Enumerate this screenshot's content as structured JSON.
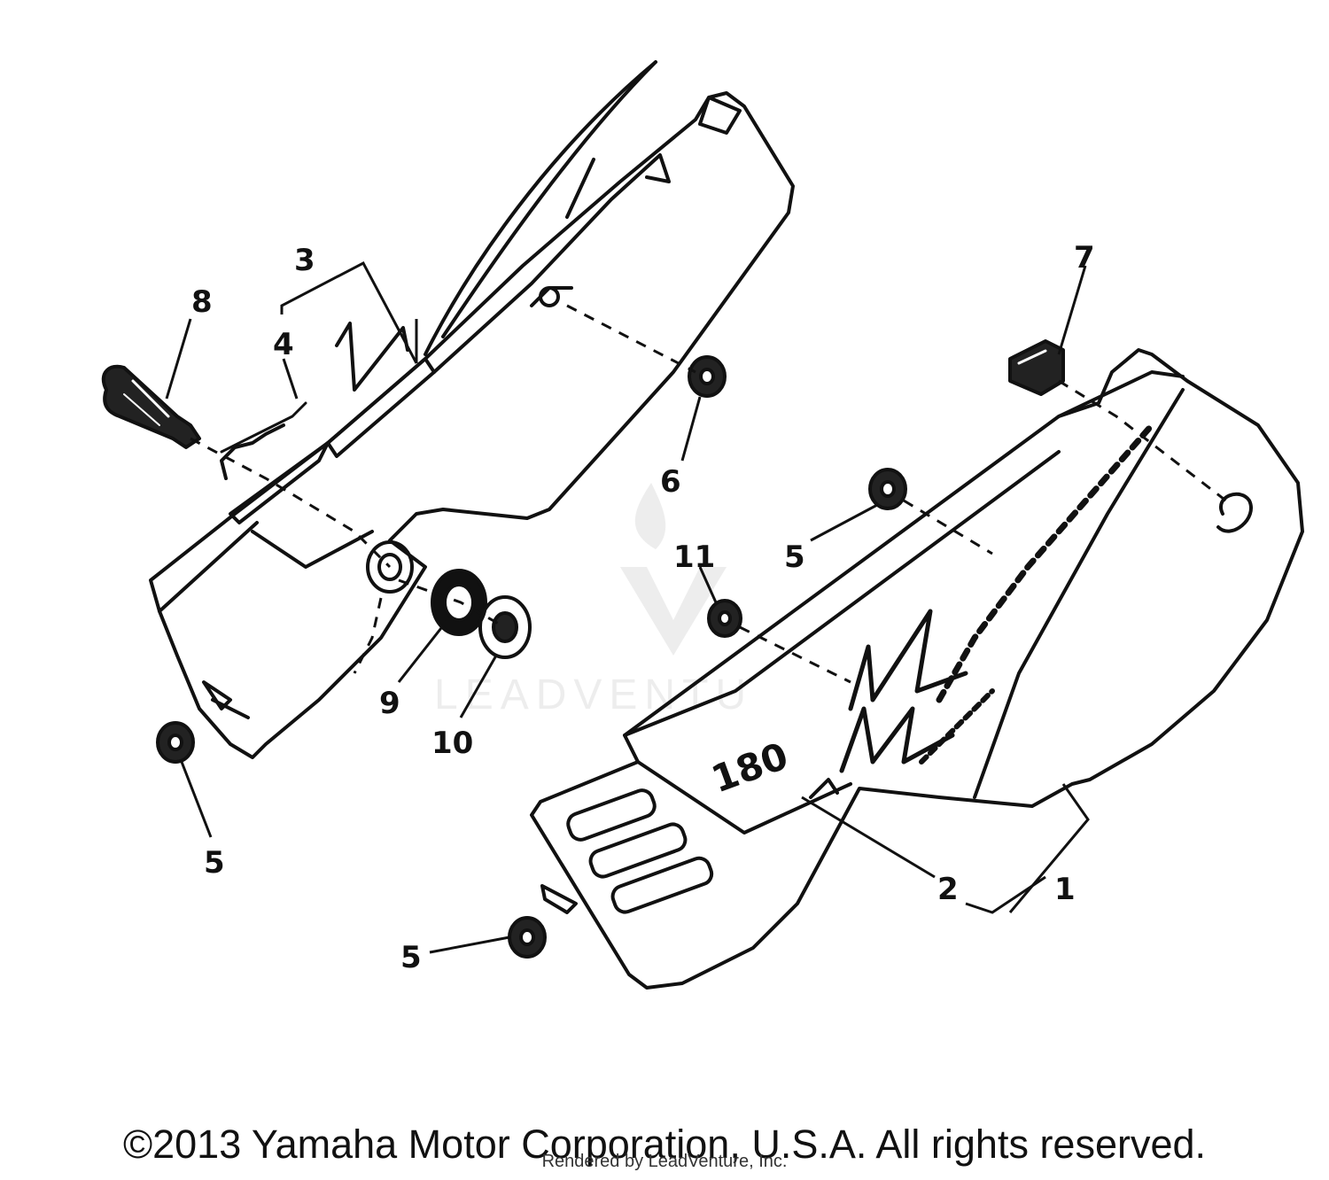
{
  "diagram": {
    "callouts": [
      {
        "id": "c1",
        "label": "1"
      },
      {
        "id": "c2",
        "label": "2"
      },
      {
        "id": "c3",
        "label": "3"
      },
      {
        "id": "c4",
        "label": "4"
      },
      {
        "id": "c5a",
        "label": "5"
      },
      {
        "id": "c5b",
        "label": "5"
      },
      {
        "id": "c5c",
        "label": "5"
      },
      {
        "id": "c6",
        "label": "6"
      },
      {
        "id": "c7",
        "label": "7"
      },
      {
        "id": "c8",
        "label": "8"
      },
      {
        "id": "c9",
        "label": "9"
      },
      {
        "id": "c10",
        "label": "10"
      },
      {
        "id": "c11",
        "label": "11"
      }
    ],
    "decal_text": "180"
  },
  "watermark": {
    "text": "LEADVENTU"
  },
  "footer": {
    "copyright": "©2013 Yamaha Motor Corporation, U.S.A. All rights reserved.",
    "rendered_by": "Rendered by LeadVenture, Inc."
  }
}
